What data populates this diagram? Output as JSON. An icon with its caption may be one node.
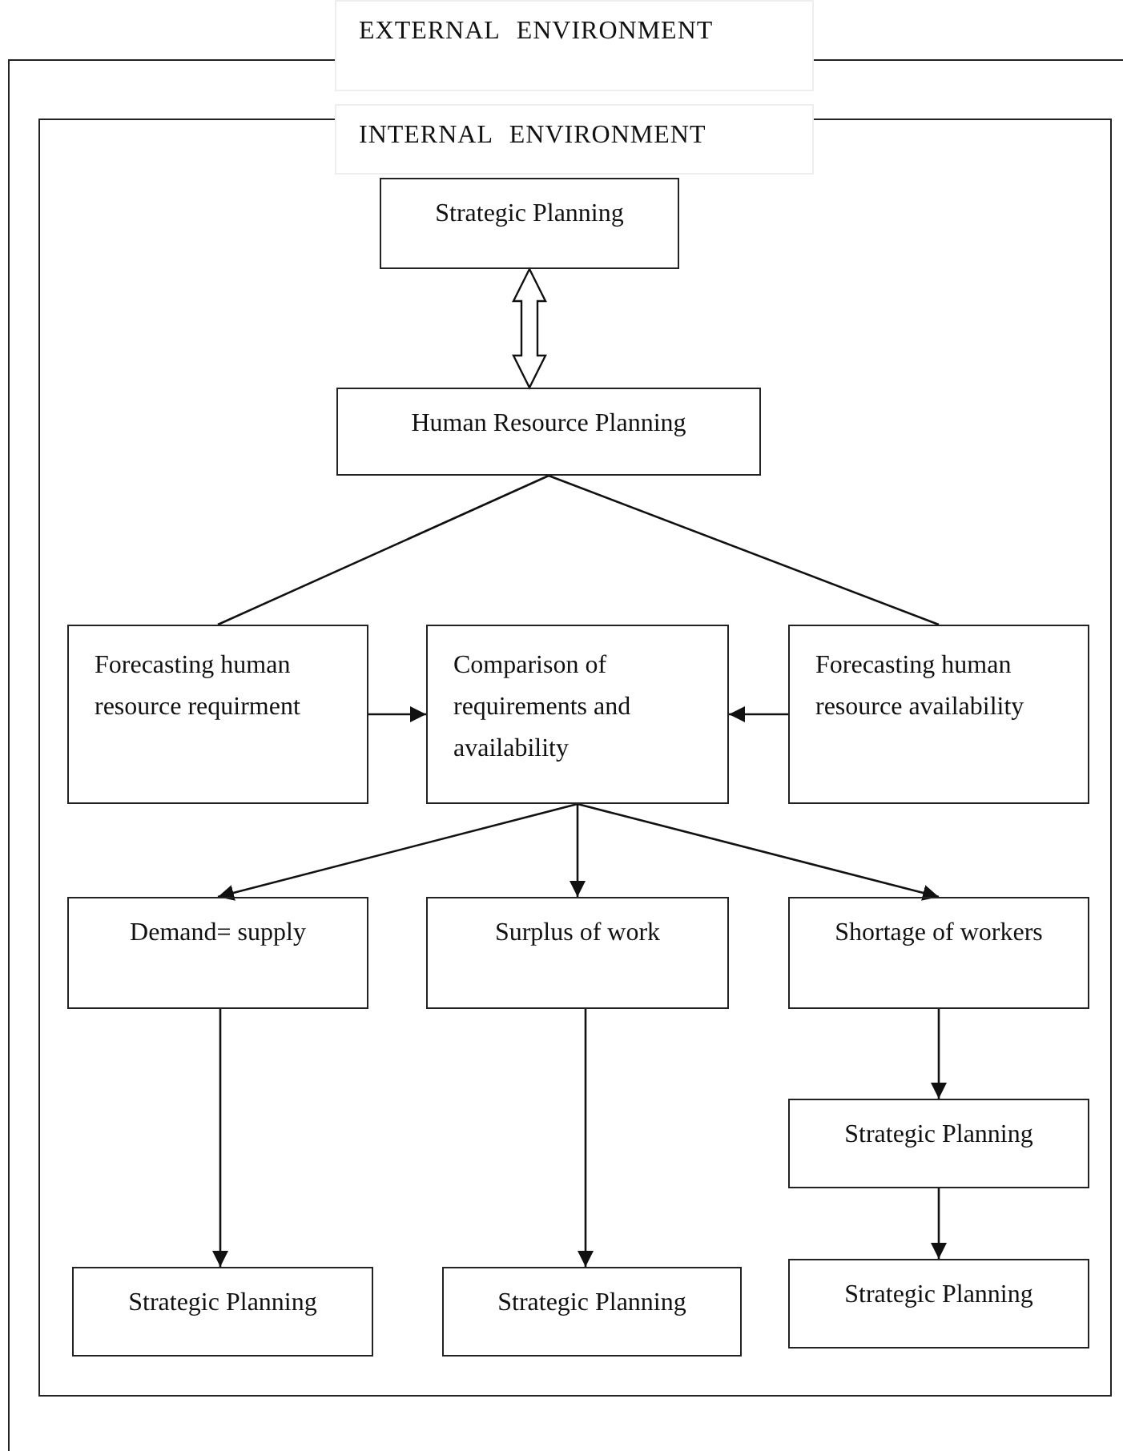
{
  "diagram": {
    "nodes": [
      {
        "text": [
          "EXTERNAL ENVIRONMENT"
        ]
      },
      {
        "text": [
          "INTERNAL ENVIRONMENT"
        ],
        "in": 0
      },
      {
        "text": [
          "Strategic Planning"
        ],
        "in": 1
      },
      {
        "text": [
          "Human Resource Planning"
        ],
        "in": 1
      },
      {
        "text": [
          "Forecasting human resource requirment"
        ],
        "in": 1
      },
      {
        "text": [
          "Comparison of requirements and availability"
        ],
        "in": 1
      },
      {
        "text": [
          "Forecasting human resource availability"
        ],
        "in": 1
      },
      {
        "text": [
          "Demand= supply"
        ],
        "in": 1
      },
      {
        "text": [
          "Surplus of work"
        ],
        "in": 1
      },
      {
        "text": [
          "Shortage of workers"
        ],
        "in": 1
      },
      {
        "text": [
          "Strategic Planning"
        ],
        "in": 1
      },
      {
        "text": [
          "Strategic Planning"
        ],
        "in": 1
      },
      {
        "text": [
          "Strategic Planning"
        ],
        "in": 1
      },
      {
        "text": [
          "Strategic Planning"
        ],
        "in": 1
      }
    ],
    "edges": [
      {
        "from": 2,
        "to": 3,
        "arrow": "both",
        "style": "thick"
      },
      {
        "from": 3,
        "to": 4,
        "arrow": "none"
      },
      {
        "from": 3,
        "to": 6,
        "arrow": "none"
      },
      {
        "from": 4,
        "to": 5,
        "arrow": "to"
      },
      {
        "from": 6,
        "to": 5,
        "arrow": "to"
      },
      {
        "from": 5,
        "to": 7,
        "arrow": "to"
      },
      {
        "from": 5,
        "to": 8,
        "arrow": "to"
      },
      {
        "from": 5,
        "to": 9,
        "arrow": "to"
      },
      {
        "from": 7,
        "to": 10,
        "arrow": "to"
      },
      {
        "from": 8,
        "to": 11,
        "arrow": "to"
      },
      {
        "from": 9,
        "to": 12,
        "arrow": "to"
      },
      {
        "from": 12,
        "to": 13,
        "arrow": "to"
      }
    ]
  }
}
